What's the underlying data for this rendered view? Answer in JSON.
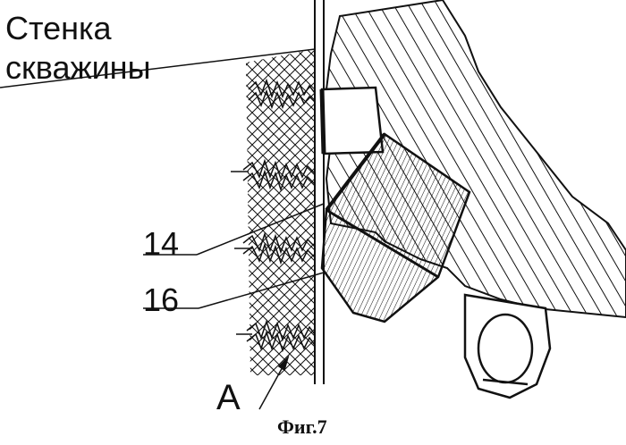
{
  "labels": {
    "wall_line1": "Стенка",
    "wall_line2": "скважины",
    "ref_14": "14",
    "ref_16": "16",
    "view_a": "А",
    "caption": "Фиг.7"
  },
  "colors": {
    "ink": "#111111",
    "paper": "#ffffff"
  }
}
